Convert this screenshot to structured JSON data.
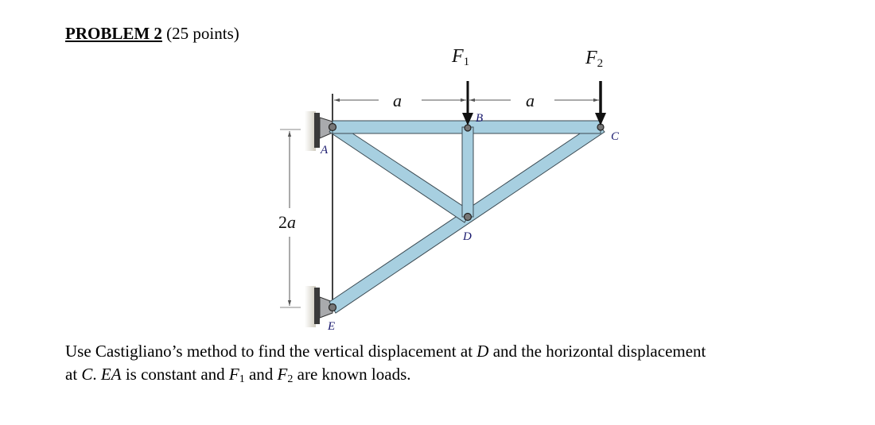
{
  "header": {
    "problem_label": "PROBLEM 2",
    "points": "(25 points)"
  },
  "figure": {
    "loads": [
      {
        "symbol": "F",
        "sub": "1",
        "applied_at": "B"
      },
      {
        "symbol": "F",
        "sub": "2",
        "applied_at": "C"
      }
    ],
    "dimensions": {
      "horizontal_left": "a",
      "horizontal_right": "a",
      "vertical": "2a"
    },
    "joints": [
      "A",
      "B",
      "C",
      "D",
      "E"
    ],
    "colors": {
      "member_fill": "#a7cfe0",
      "member_edge": "#3b4a52",
      "bracket": "#a9aaad",
      "wall": "#d9d6cc",
      "label": "#1a1a6e"
    }
  },
  "problem": {
    "line1_a": "Use Castigliano’s method to find the vertical displacement at ",
    "line1_var": "D",
    "line1_b": " and the horizontal displacement",
    "line2_a": "at ",
    "line2_C": "C",
    "line2_b": ". ",
    "line2_EA": "EA",
    "line2_c": " is constant and ",
    "line2_F": "F",
    "line2_F1sub": "1",
    "line2_and": " and ",
    "line2_F2": "F",
    "line2_F2sub": "2",
    "line2_d": " are known loads."
  }
}
